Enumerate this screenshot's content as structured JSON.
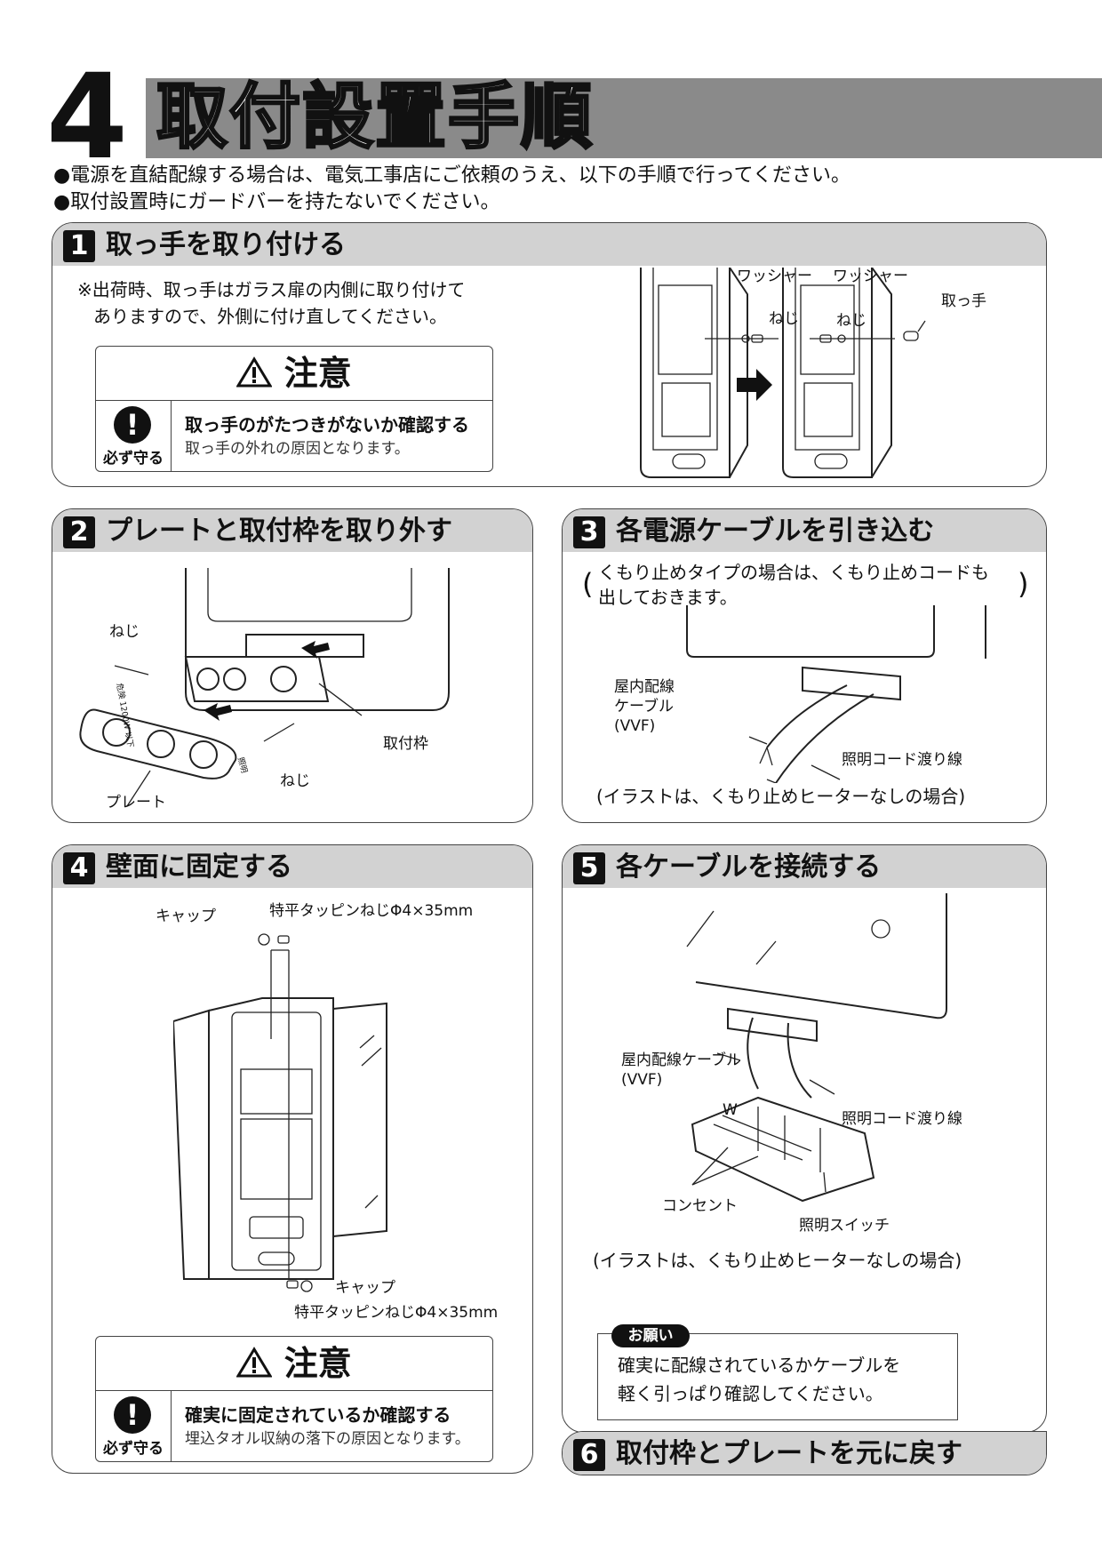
{
  "header": {
    "number": "4",
    "title": "取付設置手順"
  },
  "intro": [
    "●電源を直結配線する場合は、電気工事店にご依頼のうえ、以下の手順で行ってください。",
    "●取付設置時にガードバーを持たないでください。"
  ],
  "steps": {
    "s1": {
      "num": "1",
      "title": "取っ手を取り付ける",
      "note_line1": "※出荷時、取っ手はガラス扉の内側に取り付けて",
      "note_line2": "ありますので、外側に付け直してください。",
      "caution": {
        "heading": "注意",
        "must": "必ず守る",
        "main": "取っ手のがたつきがないか確認する",
        "sub": "取っ手の外れの原因となります。"
      },
      "labels": {
        "washer_left": "ワッシャー",
        "washer_right": "ワッシャー",
        "screw_left": "ねじ",
        "screw_right": "ねじ",
        "handle": "取っ手"
      }
    },
    "s2": {
      "num": "2",
      "title": "プレートと取付枠を取り外す",
      "labels": {
        "screw_top": "ねじ",
        "screw_bottom": "ねじ",
        "frame": "取付枠",
        "plate": "プレート"
      }
    },
    "s3": {
      "num": "3",
      "title": "各電源ケーブルを引き込む",
      "note_line1": "くもり止めタイプの場合は、くもり止めコードも",
      "note_line2": "出しておきます。",
      "labels": {
        "indoor_cable_1": "屋内配線",
        "indoor_cable_2": "ケーブル",
        "indoor_cable_3": "(VVF)",
        "light_cord": "照明コード渡り線"
      },
      "caption": "(イラストは、くもり止めヒーターなしの場合)"
    },
    "s4": {
      "num": "4",
      "title": "壁面に固定する",
      "labels": {
        "cap_top": "キャップ",
        "screw_top": "特平タッピンねじΦ4×35mm",
        "cap_bottom": "キャップ",
        "screw_bottom": "特平タッピンねじΦ4×35mm"
      },
      "caution": {
        "heading": "注意",
        "must": "必ず守る",
        "main": "確実に固定されているか確認する",
        "sub": "埋込タオル収納の落下の原因となります。"
      }
    },
    "s5": {
      "num": "5",
      "title": "各ケーブルを接続する",
      "labels": {
        "indoor_cable_1": "屋内配線ケーブル",
        "indoor_cable_2": "(VVF)",
        "w": "W",
        "light_cord": "照明コード渡り線",
        "outlet": "コンセント",
        "light_switch": "照明スイッチ"
      },
      "caption": "(イラストは、くもり止めヒーターなしの場合)",
      "request": {
        "tag": "お願い",
        "line1": "確実に配線されているかケーブルを",
        "line2": "軽く引っぱり確認してください。"
      }
    },
    "s6": {
      "num": "6",
      "title": "取付枠とプレートを元に戻す"
    }
  },
  "plate_marks": {
    "left": "危険 1200W 以下",
    "right": "照明"
  },
  "colors": {
    "title_bar": "#8a8a8a",
    "panel_header": "#d2d2d2",
    "badge": "#111111"
  }
}
